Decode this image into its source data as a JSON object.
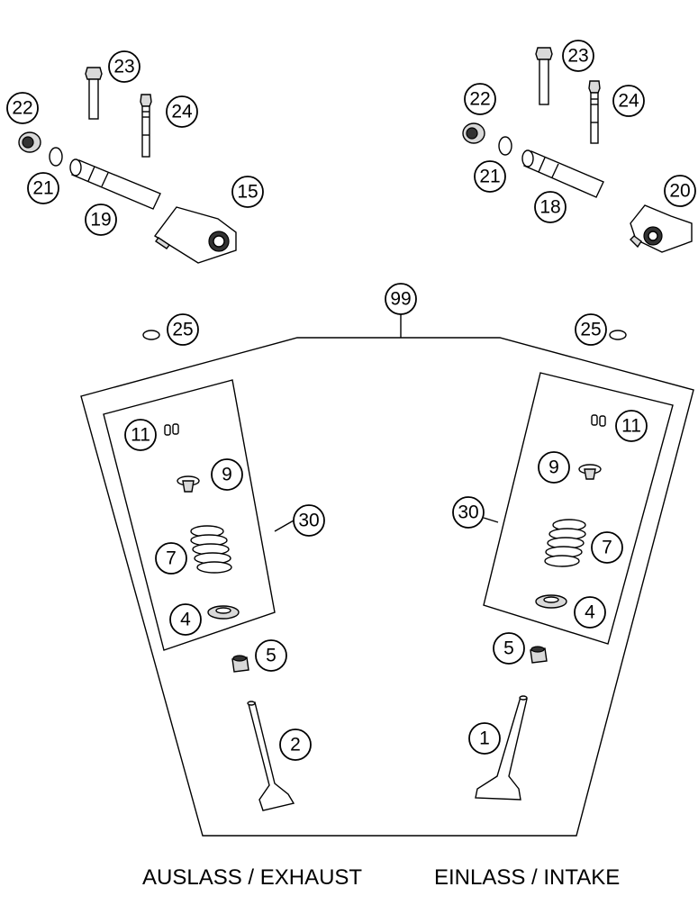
{
  "callouts": {
    "c23a": "23",
    "c24a": "24",
    "c22a": "22",
    "c21a": "21",
    "c19": "19",
    "c15": "15",
    "c23b": "23",
    "c24b": "24",
    "c22b": "22",
    "c21b": "21",
    "c18": "18",
    "c20": "20",
    "c99": "99",
    "c25a": "25",
    "c25b": "25",
    "c11a": "11",
    "c9a": "9",
    "c7a": "7",
    "c4a": "4",
    "c30a": "30",
    "c5a": "5",
    "c2": "2",
    "c11b": "11",
    "c9b": "9",
    "c7b": "7",
    "c4b": "4",
    "c30b": "30",
    "c5b": "5",
    "c1": "1"
  },
  "labels": {
    "exhaust": "AUSLASS / EXHAUST",
    "intake": "EINLASS / INTAKE"
  }
}
